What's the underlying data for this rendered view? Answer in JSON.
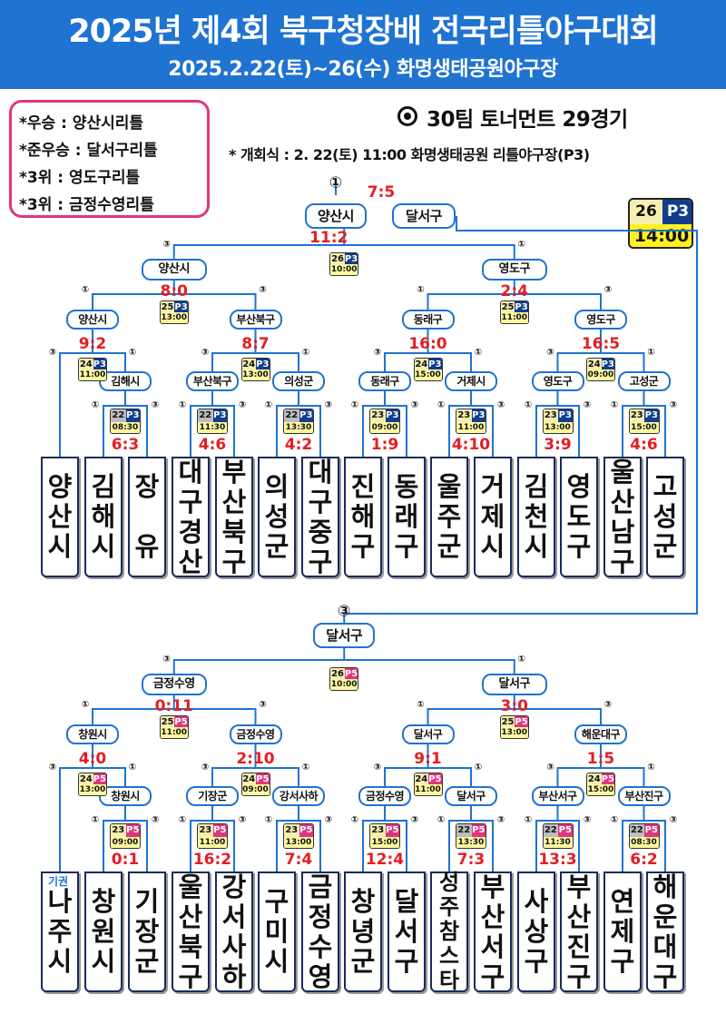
{
  "header": {
    "title": "2025년 제4회  북구청장배 전국리틀야구대회",
    "subtitle": "2025.2.22(토)~26(수)  화명생태공원야구장"
  },
  "results": [
    "*우승 : 양산시리틀",
    "*준우승 : 달서구리틀",
    "*3위 : 영도구리틀",
    "*3위 : 금정수영리틀"
  ],
  "format": "30팀 토너먼트 29경기",
  "ceremony": "* 개회식 : 2. 22(토) 11:00 화명생태공원 리틀야구장(P3)",
  "final": {
    "round": "26",
    "court": "P3",
    "time": "14:00",
    "top": "①",
    "score": "7:5",
    "left": "양산시",
    "right": "달서구"
  },
  "upper": {
    "semi": {
      "round": "26",
      "court": "P3",
      "time": "10:00",
      "score": "11:2"
    },
    "winners": {
      "r16": [
        {
          "team": "양산시",
          "label": "9:2",
          "round": "24",
          "court": "P3",
          "time": "11:00"
        },
        {
          "team": "부산북구",
          "label": "8:7",
          "round": "24",
          "court": "P3",
          "time": "13:00"
        },
        {
          "team": "동래구",
          "label": "16:0",
          "round": "24",
          "court": "P3",
          "time": "15:00"
        },
        {
          "team": "영도구",
          "label": "16:5",
          "round": "24",
          "court": "P3",
          "time": "09:00"
        }
      ]
    },
    "qf": [
      {
        "team": "양산시",
        "score": "8:0",
        "round": "25",
        "court": "P3",
        "time": "13:00"
      },
      {
        "team": "영도구",
        "score": "2:4",
        "round": "25",
        "court": "P3",
        "time": "11:00"
      }
    ],
    "r32": [
      {
        "team": "김해시",
        "score": "6:3",
        "round": "22",
        "court": "P3",
        "time": "08:30"
      },
      {
        "team": "부산북구",
        "score": "4:6",
        "round": "22",
        "court": "P3",
        "time": "11:30"
      },
      {
        "team": "의성군",
        "score": "4:2",
        "round": "22",
        "court": "P3",
        "time": "13:30"
      },
      {
        "team": "동래구",
        "score": "1:9",
        "round": "23",
        "court": "P3",
        "time": "09:00"
      },
      {
        "team": "거제시",
        "score": "4:10",
        "round": "23",
        "court": "P3",
        "time": "11:00"
      },
      {
        "team": "영도구",
        "score": "3:9",
        "round": "23",
        "court": "P3",
        "time": "13:00"
      },
      {
        "team": "고성군",
        "score": "4:6",
        "round": "23",
        "court": "P3",
        "time": "15:00"
      }
    ],
    "teams": [
      "양산시",
      "김해시",
      "장 유",
      "대구경산",
      "부산북구",
      "의성군",
      "대구중구",
      "진해구",
      "동래구",
      "울주군",
      "거제시",
      "김천시",
      "영도구",
      "울산남구",
      "고성군"
    ]
  },
  "lower": {
    "top": "③",
    "winner": "달서구",
    "semi": {
      "round": "26",
      "court": "P5",
      "time": "10:00"
    },
    "qf": [
      {
        "team": "금정수영",
        "score": "0:11",
        "round": "25",
        "court": "P5",
        "time": "11:00"
      },
      {
        "team": "달서구",
        "score": "3:0",
        "round": "25",
        "court": "P5",
        "time": "13:00"
      }
    ],
    "r16": [
      {
        "team": "창원시",
        "score": "4:0",
        "round": "24",
        "court": "P5",
        "time": "13:00"
      },
      {
        "team": "금정수영",
        "score": "2:10",
        "round": "24",
        "court": "P5",
        "time": "09:00"
      },
      {
        "team": "달서구",
        "score": "9:1",
        "round": "24",
        "court": "P5",
        "time": "11:00"
      },
      {
        "team": "해운대구",
        "score": "1:5",
        "round": "24",
        "court": "P5",
        "time": "15:00"
      }
    ],
    "r32": [
      {
        "team": "창원시",
        "score": "0:1",
        "round": "23",
        "court": "P5",
        "time": "09:00"
      },
      {
        "team": "기장군",
        "score": "16:2",
        "round": "23",
        "court": "P5",
        "time": "11:00"
      },
      {
        "team": "강서사하",
        "score": "7:4",
        "round": "23",
        "court": "P5",
        "time": "13:00"
      },
      {
        "team": "금정수영",
        "score": "12:4",
        "round": "23",
        "court": "P5",
        "time": "15:00"
      },
      {
        "team": "달서구",
        "score": "7:3",
        "round": "22",
        "court": "P5",
        "time": "13:30"
      },
      {
        "team": "부산서구",
        "score": "13:3",
        "round": "22",
        "court": "P5",
        "time": "11:30"
      },
      {
        "team": "부산진구",
        "score": "6:2",
        "round": "22",
        "court": "P5",
        "time": "08:30"
      }
    ],
    "forfeit": "기권",
    "teams": [
      "나주시",
      "창원시",
      "기장군",
      "울산북구",
      "강서사하",
      "구미시",
      "금정수영",
      "창녕군",
      "달서구",
      "성주참스타",
      "부산서구",
      "사상구",
      "부산진구",
      "연제구",
      "해운대구"
    ]
  },
  "marks": {
    "c1": "①",
    "c3": "③"
  },
  "colors": {
    "header": "#1f73d1",
    "score": "#e31e24",
    "p3": "#123d8c",
    "p5": "#e0357f",
    "time": "#fff8a0"
  }
}
